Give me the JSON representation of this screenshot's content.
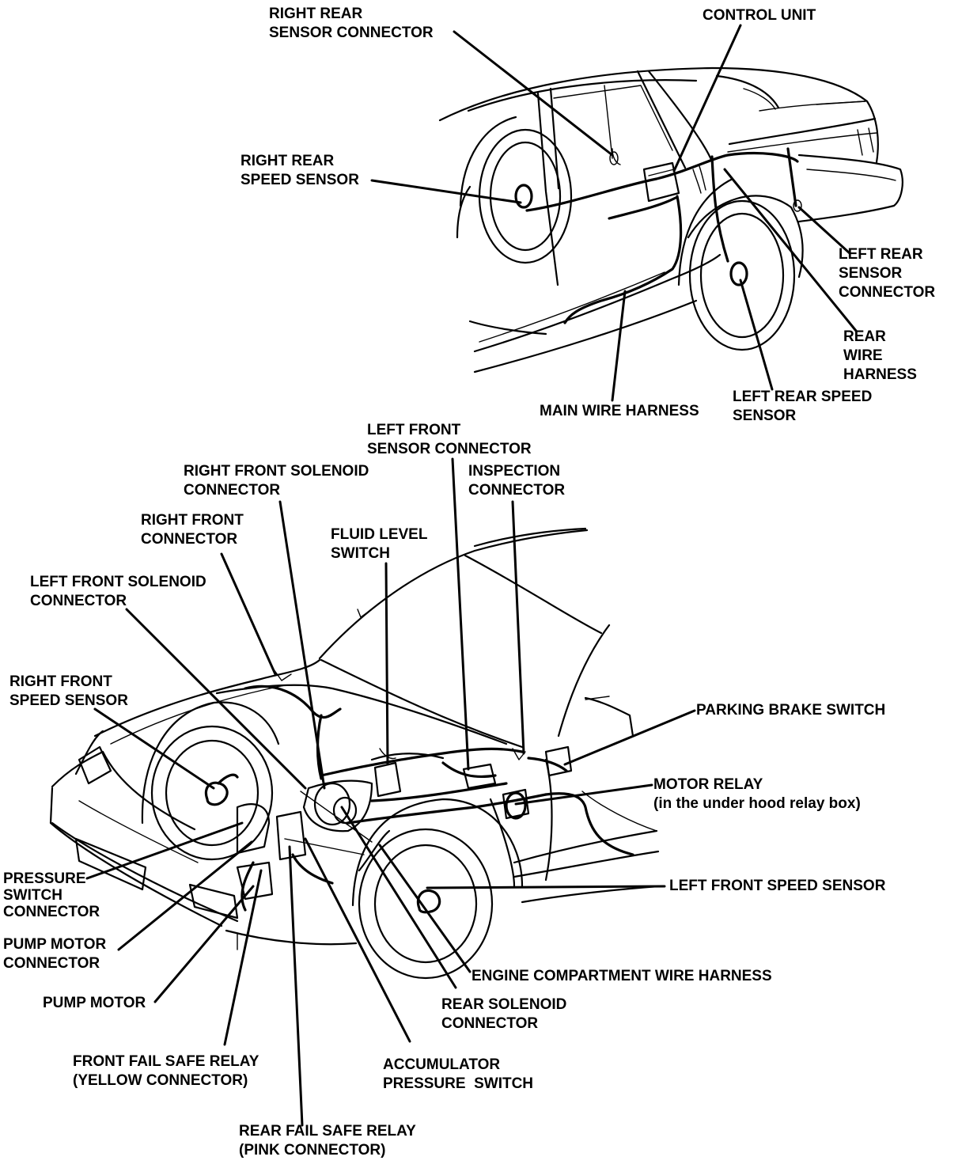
{
  "labels": {
    "right_rear_sensor_connector": "RIGHT REAR\nSENSOR CONNECTOR",
    "control_unit": "CONTROL UNIT",
    "right_rear_speed_sensor": "RIGHT REAR\nSPEED SENSOR",
    "left_rear_sensor_connector": "LEFT REAR\nSENSOR\nCONNECTOR",
    "rear_wire_harness": "REAR\nWIRE\nHARNESS",
    "left_rear_speed_sensor": "LEFT REAR SPEED\nSENSOR",
    "main_wire_harness": "MAIN WIRE HARNESS",
    "left_front_sensor_connector": "LEFT FRONT\nSENSOR CONNECTOR",
    "right_front_solenoid_connector": "RIGHT FRONT SOLENOID\nCONNECTOR",
    "inspection_connector": "INSPECTION\nCONNECTOR",
    "right_front_connector": "RIGHT FRONT\nCONNECTOR",
    "fluid_level_switch": "FLUID LEVEL\nSWITCH",
    "left_front_solenoid_connector": "LEFT FRONT SOLENOID\nCONNECTOR",
    "right_front_speed_sensor": "RIGHT FRONT\nSPEED SENSOR",
    "parking_brake_switch": "PARKING BRAKE SWITCH",
    "motor_relay": "MOTOR RELAY",
    "motor_relay_note": "(in the under hood relay box)",
    "pressure_switch_connector": "PRESSURE\nSWITCH\nCONNECTOR",
    "left_front_speed_sensor": "LEFT FRONT SPEED SENSOR",
    "pump_motor_connector": "PUMP MOTOR\nCONNECTOR",
    "engine_compartment_wire_harness": "ENGINE COMPARTMENT WIRE HARNESS",
    "pump_motor": "PUMP MOTOR",
    "rear_solenoid_connector": "REAR SOLENOID\nCONNECTOR",
    "front_fail_safe_relay": "FRONT FAIL SAFE RELAY\n(YELLOW CONNECTOR)",
    "accumulator_pressure_switch": "ACCUMULATOR\nPRESSURE  SWITCH",
    "rear_fail_safe_relay": "REAR FAIL SAFE RELAY\n(PINK CONNECTOR)"
  },
  "colors": {
    "ink": "#000000",
    "paper": "#ffffff"
  }
}
